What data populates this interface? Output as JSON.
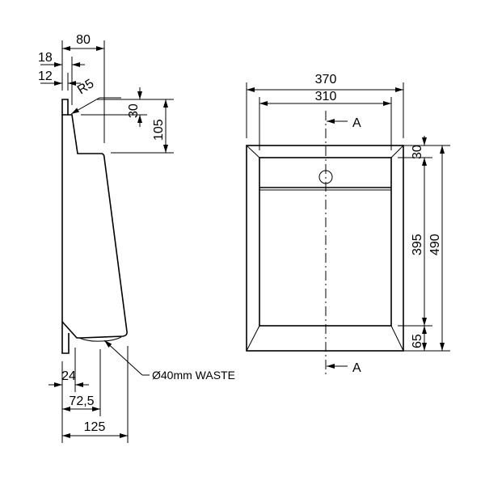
{
  "side_view": {
    "dim_depth_top": "80",
    "dim_18": "18",
    "dim_12": "12",
    "radius": "R5",
    "dim_30": "30",
    "dim_105": "105",
    "dim_24": "24",
    "dim_72_5": "72,5",
    "dim_125": "125",
    "waste_label": "Ø40mm WASTE"
  },
  "front_view": {
    "dim_width_outer": "370",
    "dim_width_inner": "310",
    "section_label_top": "A",
    "section_label_bottom": "A",
    "dim_30": "30",
    "dim_395": "395",
    "dim_490": "490",
    "dim_65": "65"
  }
}
